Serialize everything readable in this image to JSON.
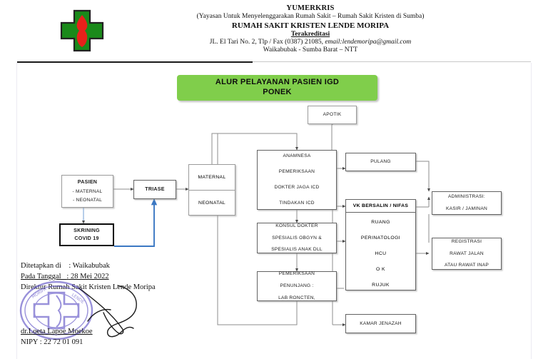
{
  "letterhead": {
    "org": "YUMERKRIS",
    "org_expansion": "(Yayasan Untuk Menyelenggarakan Rumah Sakit – Rumah Sakit Kristen di Sumba)",
    "hospital": "RUMAH SAKIT KRISTEN LENDE MORIPA",
    "accreditation": "Terakreditasi",
    "address_prefix": "JL. El Tari No. 2, Tlp / Fax (0387) 21085, ",
    "email": "email:lendemoripa@gmail.com",
    "city": "Waikabubak - Sumba Barat – NTT",
    "logo_icon": "green-cross-red-flame-logo"
  },
  "banner": {
    "line1": "ALUR PELAYANAN PASIEN IGD",
    "line2": "PONEK",
    "color": "#80ce4b"
  },
  "flowchart": {
    "pasien": {
      "title": "PASIEN",
      "item1": "- MATERNAL",
      "item2": "- NEONATAL"
    },
    "skrining": {
      "line1": "SKRINING",
      "line2": "COVID 19"
    },
    "triase": {
      "label": "TRIASE"
    },
    "matneo": {
      "maternal": "MATERNAL",
      "neonatal": "NEONATAL"
    },
    "anamnesa": {
      "line1": "ANAMNESA",
      "line2": "PEMERIKSAAN",
      "line3": "DOKTER JAGA ICD",
      "line4": "TINDAKAN ICD"
    },
    "konsul": {
      "line1": "KONSUL DOKTER",
      "line2": "SPESIALIS OBGYN &",
      "line3": "SPESIALIS ANAK DLL"
    },
    "penunjang": {
      "line1": "PEMERIKSAAN",
      "line2": "PENUNJANG :",
      "line3": "LAB RONCTEN,"
    },
    "apotik": {
      "label": "APOTIK"
    },
    "pulang": {
      "label": "PULANG"
    },
    "vk": {
      "header": "VK BERSALIN / NIFAS",
      "line1": "RUANG",
      "line2": "PERINATOLOGI",
      "line3": "HCU",
      "line4": "O K",
      "line5": "RUJUK"
    },
    "administrasi": {
      "line1": "ADMINISTRASI:",
      "line2": "KASIR / JAMINAN"
    },
    "registrasi": {
      "line1": "REGISTRASI",
      "line2": "RAWAT JALAN",
      "line3": "ATAU RAWAT INAP"
    },
    "jenazah": {
      "label": "KAMAR JENAZAH"
    }
  },
  "footer": {
    "place_label": "Ditetapkan di",
    "place_sep": ":",
    "place_value": "Waikabubak",
    "date_label": "Pada Tanggal",
    "date_sep": ":",
    "date_value": "28 Mei 2022",
    "position": "Direktur Rumah Sakit Kristen Lende Moripa",
    "signer_name": "dr.Loeta Lapoe Moekoe",
    "signer_id": "NIPY : 22 72 01 091",
    "stamp_icon": "round-purple-hospital-stamp",
    "signature_icon": "handwritten-signature"
  }
}
